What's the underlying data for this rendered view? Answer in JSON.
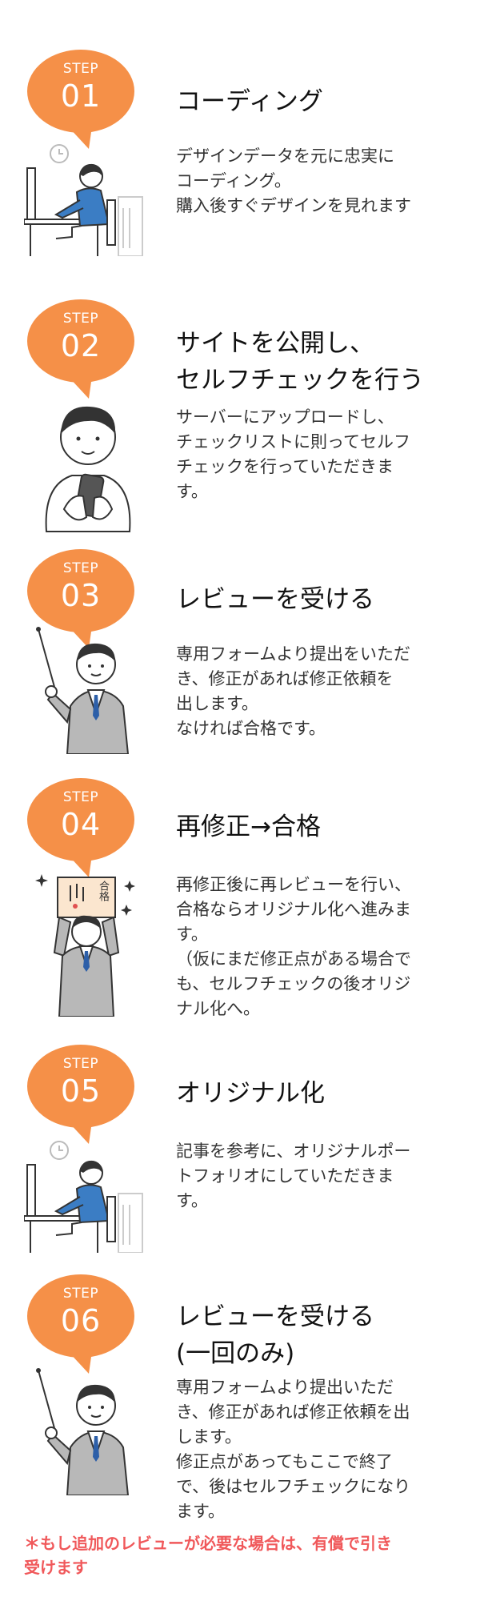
{
  "accent_color": "#f59048",
  "steps": [
    {
      "step_label": "STEP",
      "number": "01",
      "title_lines": [
        "コーディング"
      ],
      "desc_lines": [
        "デザインデータを元に忠実に",
        "コーディング。",
        "購入後すぐデザインを見れます"
      ],
      "illustration": "person-at-computer-icon"
    },
    {
      "step_label": "STEP",
      "number": "02",
      "title_lines": [
        "サイトを公開し、",
        "セルフチェックを行う"
      ],
      "desc_lines": [
        "サーバーにアップロードし、",
        "チェックリストに則ってセルフ",
        "チェックを行っていただきま",
        "す。"
      ],
      "illustration": "person-with-phone-icon"
    },
    {
      "step_label": "STEP",
      "number": "03",
      "title_lines": [
        "レビューを受ける"
      ],
      "desc_lines": [
        "専用フォームより提出をいただ",
        "き、修正があれば修正依頼を",
        "出します。",
        "なければ合格です。"
      ],
      "illustration": "teacher-with-pointer-icon"
    },
    {
      "step_label": "STEP",
      "number": "04",
      "title_lines": [
        "再修正→合格"
      ],
      "desc_lines": [
        "再修正後に再レビューを行い、",
        "合格ならオリジナル化へ進みま",
        "す。",
        "（仮にまだ修正点がある場合で",
        "も、セルフチェックの後オリジ",
        "ナル化へ。"
      ],
      "illustration": "person-holding-certificate-icon",
      "certificate_text": "合格"
    },
    {
      "step_label": "STEP",
      "number": "05",
      "title_lines": [
        "オリジナル化"
      ],
      "desc_lines": [
        "記事を参考に、オリジナルポー",
        "トフォリオにしていただきま",
        "す。"
      ],
      "illustration": "person-at-computer-icon"
    },
    {
      "step_label": "STEP",
      "number": "06",
      "title_lines": [
        "レビューを受ける",
        "(一回のみ)"
      ],
      "desc_lines": [
        "専用フォームより提出いただ",
        "き、修正があれば修正依頼を出",
        "します。",
        "修正点があってもここで終了",
        "で、後はセルフチェックになり",
        "ます。"
      ],
      "illustration": "teacher-with-pointer-icon"
    }
  ],
  "note_lines": [
    "＊もし追加のレビューが必要な場合は、有償で引き",
    "受けます"
  ],
  "note_color": "#f0585a"
}
